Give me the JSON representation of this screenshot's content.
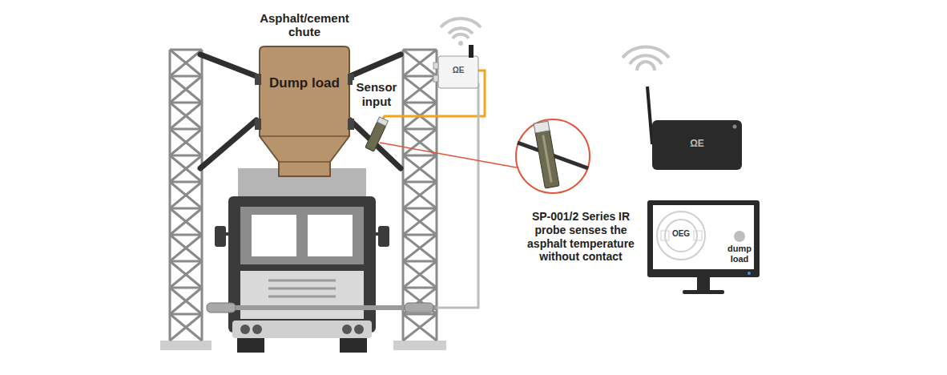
{
  "diagram": {
    "nodes": [
      {
        "text": [
          "Asphalt/cement chute",
          "Dump load"
        ]
      }
    ],
    "labels": [
      "Sensor input",
      "SP-001/2 Series IR probe senses the asphalt temperature without contact",
      "ΩE",
      "ΩE",
      "OEG",
      "dump load"
    ]
  }
}
